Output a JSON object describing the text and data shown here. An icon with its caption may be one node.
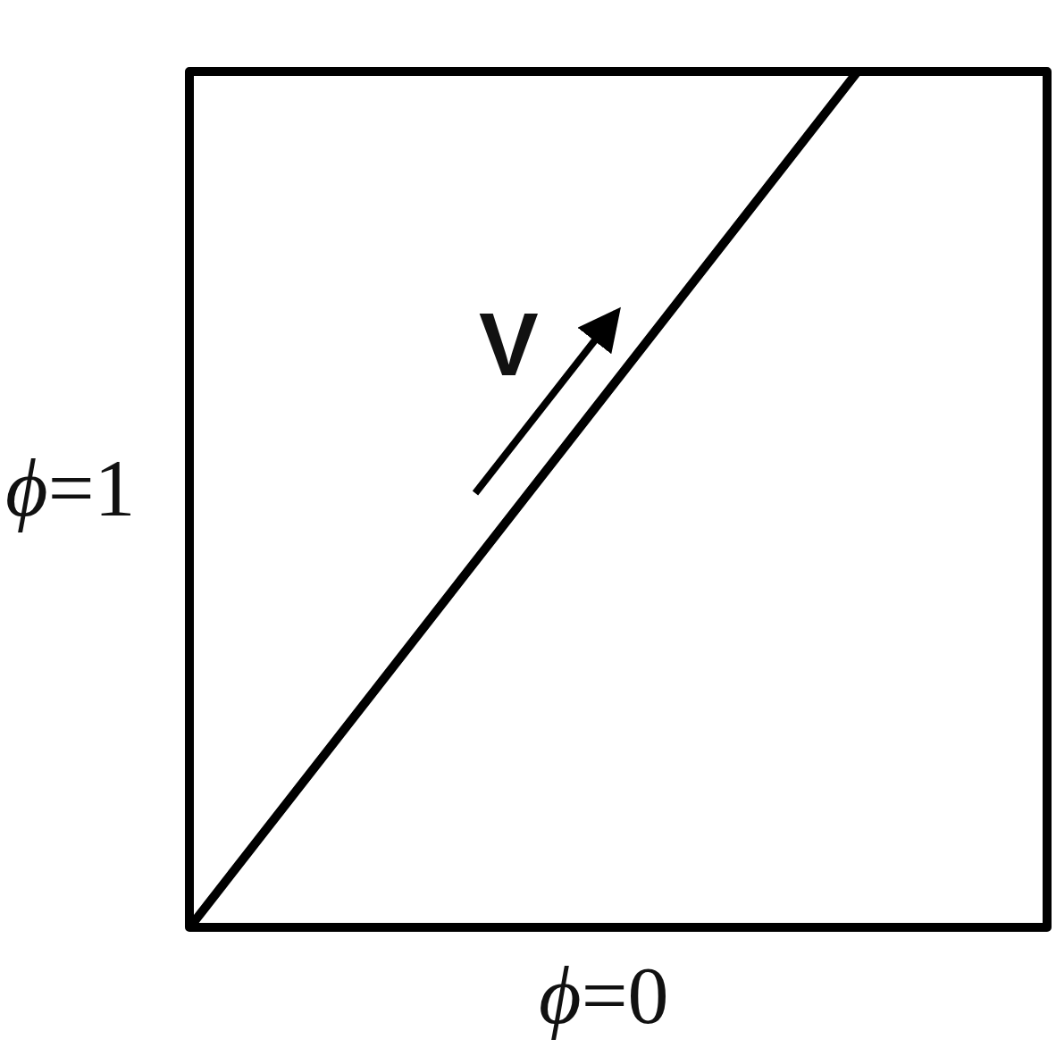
{
  "diagram": {
    "labels": [
      "V",
      "*ϕ*=1",
      "*ϕ*=0"
    ]
  }
}
